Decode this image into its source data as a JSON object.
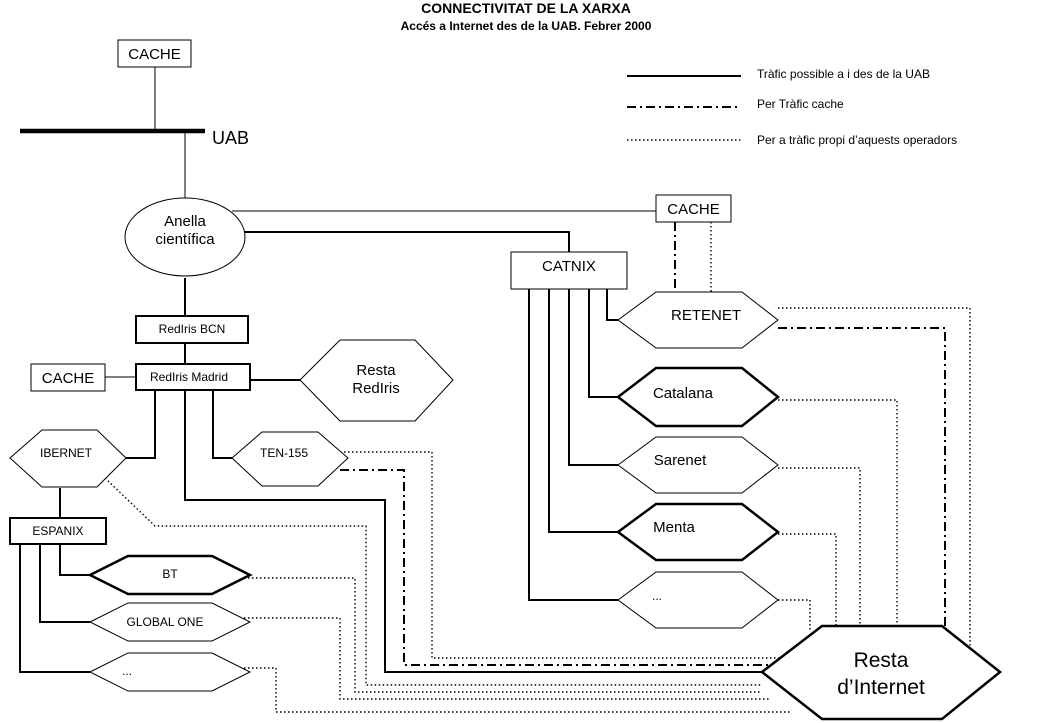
{
  "title": "CONNECTIVITAT DE  LA XARXA",
  "subtitle": "Accés a Internet des de la UAB. Febrer 2000",
  "legend": {
    "solid": "Tràfic possible a i des de la UAB",
    "dashdot": "Per Tràfic cache",
    "dotted": "Per a tràfic propi d’aquests operadors"
  },
  "nodes": {
    "cache_top": "CACHE",
    "uab": "UAB",
    "anella_line1": "Anella",
    "anella_line2": "científica",
    "cache_right": "CACHE",
    "catnix": "CATNIX",
    "retenet": "RETENET",
    "catalana": "Catalana",
    "sarenet": "Sarenet",
    "menta": "Menta",
    "catnix_more": "...",
    "rediris_bcn": "RedIris BCN",
    "rediris_madrid": "RedIris Madrid",
    "cache_left": "CACHE",
    "resta_rediris_line1": "Resta",
    "resta_rediris_line2": "RedIris",
    "ibernet": "IBERNET",
    "ten155": "TEN-155",
    "espanix": "ESPANIX",
    "bt": "BT",
    "global_one": "GLOBAL ONE",
    "espanix_more": "...",
    "resta_internet_line1": "Resta",
    "resta_internet_line2": "d’Internet"
  }
}
